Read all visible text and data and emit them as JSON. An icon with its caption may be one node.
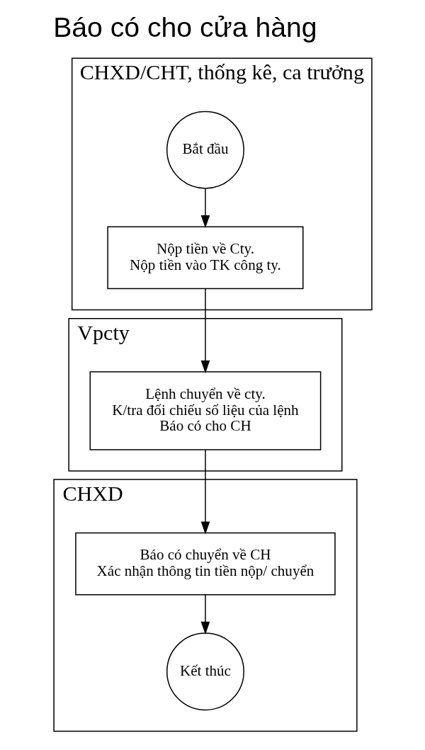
{
  "diagram": {
    "title": "Báo có cho cửa hàng",
    "nodes": [
      {
        "text": [
          "CHXD/CHT, thống kê, ca trưởng"
        ]
      },
      {
        "text": [
          "Bắt đầu"
        ],
        "in": 0
      },
      {
        "text": [
          "Nộp tiền về Cty.",
          "Nộp tiền vào TK công ty."
        ],
        "in": 0
      },
      {
        "text": [
          "Vpcty"
        ]
      },
      {
        "text": [
          "Lệnh chuyển về cty.",
          "K/tra đối chiếu số liệu của lệnh",
          "Báo có cho CH"
        ],
        "in": 3
      },
      {
        "text": [
          "CHXD"
        ]
      },
      {
        "text": [
          "Báo có chuyển về CH",
          "Xác nhận thông tin tiền nộp/ chuyển"
        ],
        "in": 5
      },
      {
        "text": [
          "Kết thúc"
        ],
        "in": 5
      }
    ],
    "edges": [
      {
        "from": 1,
        "to": 2,
        "arrow": "to"
      },
      {
        "from": 2,
        "to": 4,
        "arrow": "to"
      },
      {
        "from": 4,
        "to": 6,
        "arrow": "to"
      },
      {
        "from": 6,
        "to": 7,
        "arrow": "to"
      }
    ]
  }
}
